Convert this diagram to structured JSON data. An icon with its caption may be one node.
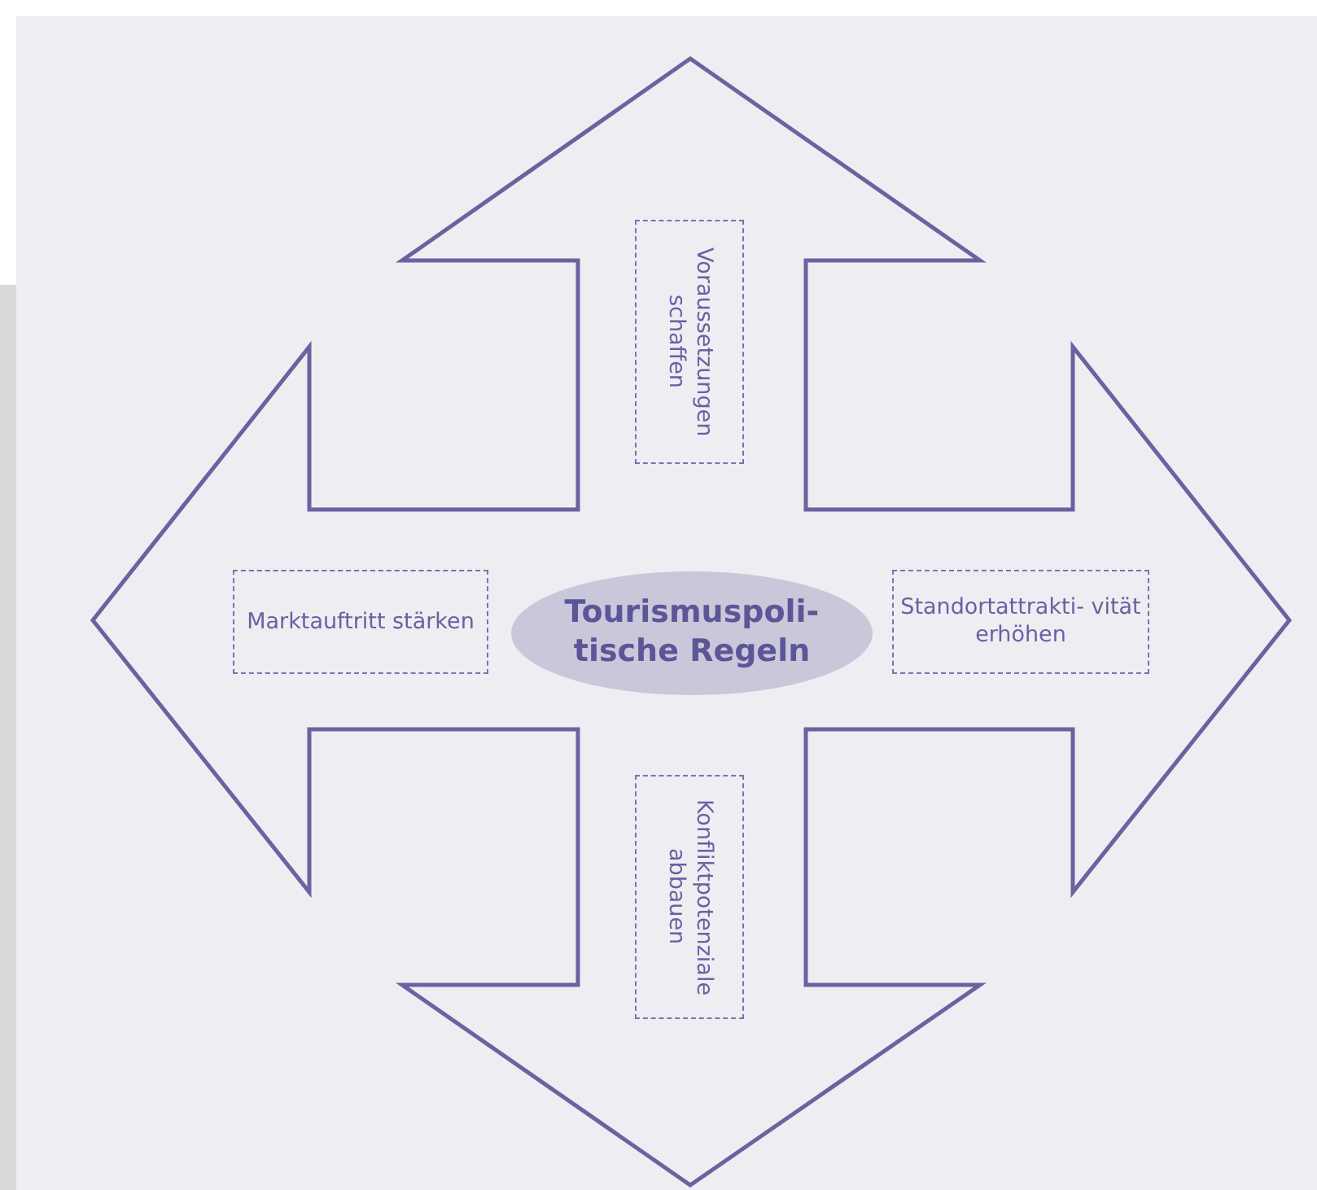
{
  "diagram": {
    "nodes": [
      {
        "text": [
          "Voraussetzungen schaffen"
        ]
      },
      {
        "text": [
          "Marktauftritt stärken"
        ]
      },
      {
        "text": [
          "Tourismuspoli- tische Regeln"
        ]
      },
      {
        "text": [
          "Standortattrakti- vität erhöhen"
        ]
      },
      {
        "text": [
          "Konfliktpotenziale abbauen"
        ]
      }
    ]
  }
}
